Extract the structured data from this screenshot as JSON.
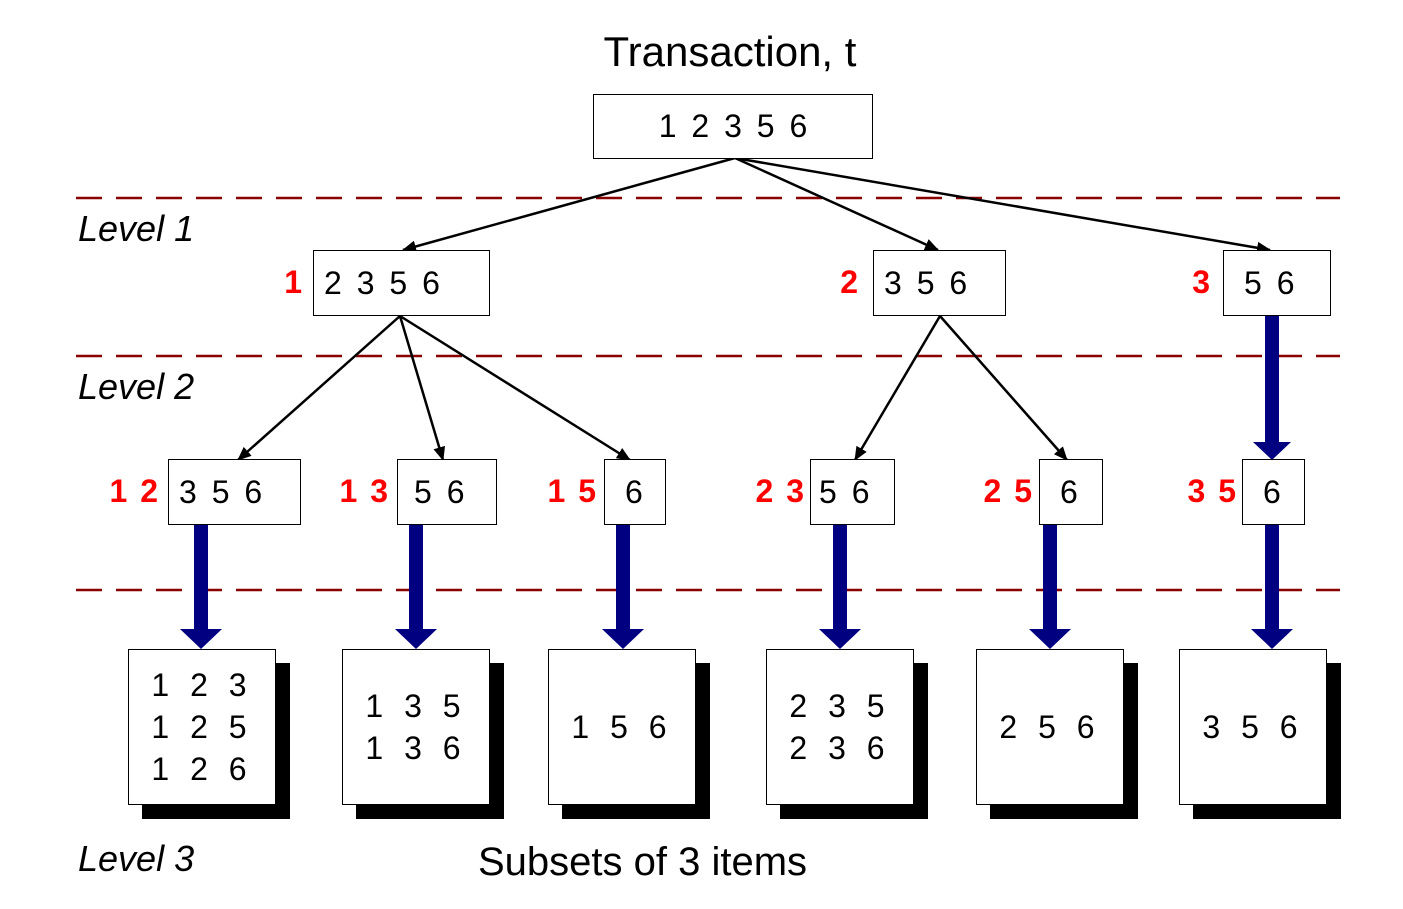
{
  "title": "Transaction, t",
  "root": "1 2 3 5 6",
  "levels": {
    "level1": "Level 1",
    "level2": "Level 2",
    "level3": "Level 3"
  },
  "level1_nodes": [
    {
      "prefix": "1",
      "items": "2 3 5 6"
    },
    {
      "prefix": "2",
      "items": "3 5 6"
    },
    {
      "prefix": "3",
      "items": "5 6"
    }
  ],
  "level2_nodes": [
    {
      "prefix": "1 2",
      "items": "3 5 6"
    },
    {
      "prefix": "1 3",
      "items": "5 6"
    },
    {
      "prefix": "1 5",
      "items": "6"
    },
    {
      "prefix": "2 3",
      "items": "5 6"
    },
    {
      "prefix": "2 5",
      "items": "6"
    },
    {
      "prefix": "3 5",
      "items": "6"
    }
  ],
  "subsets": [
    [
      "1 2 3",
      "1 2 5",
      "1 2 6"
    ],
    [
      "1 3 5",
      "1 3 6"
    ],
    [
      "1 5 6"
    ],
    [
      "2 3 5",
      "2 3 6"
    ],
    [
      "2 5 6"
    ],
    [
      "3 5 6"
    ]
  ],
  "caption": "Subsets of 3 items",
  "colors": {
    "prefix": "#ff0000",
    "divider": "#8b0000",
    "thick_arrow": "#000080",
    "arrow": "#000000"
  }
}
